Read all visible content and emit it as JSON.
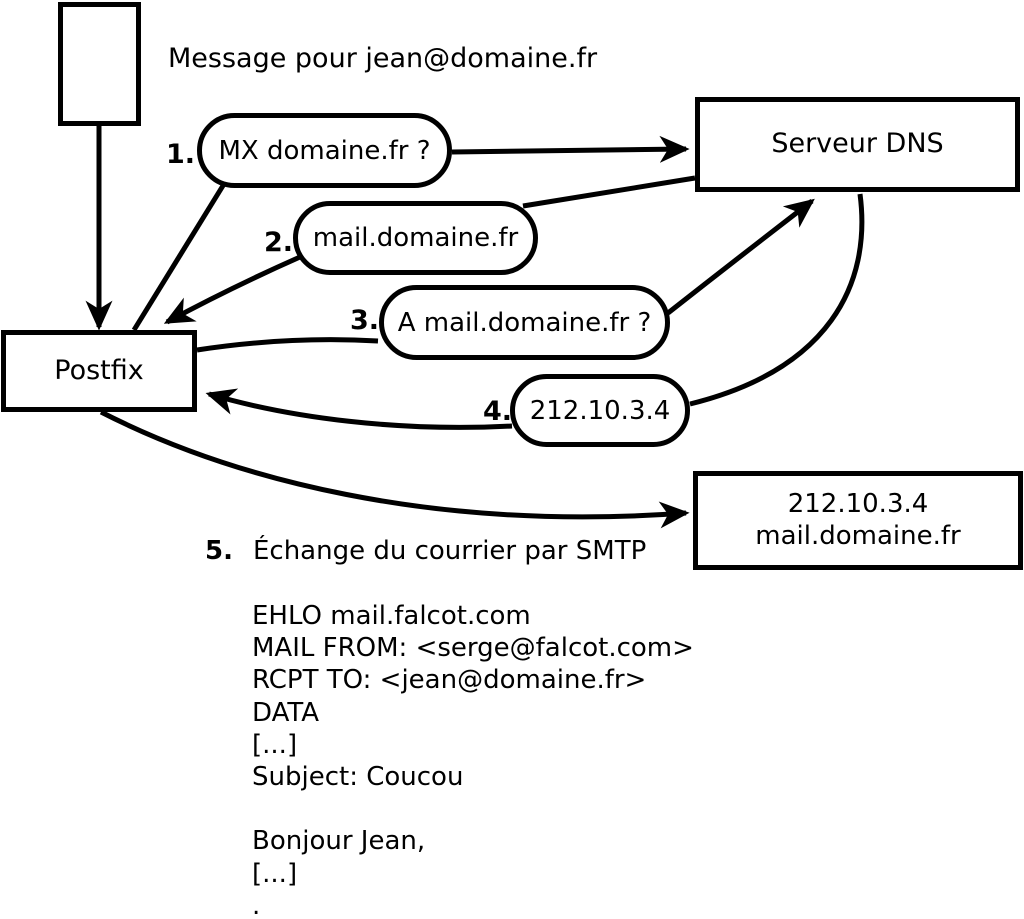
{
  "diagram": {
    "title": "Message pour jean@domaine.fr",
    "nodes": {
      "postfix": "Postfix",
      "dns": "Serveur DNS",
      "mailserver_line1": "212.10.3.4",
      "mailserver_line2": "mail.domaine.fr"
    },
    "steps": [
      {
        "num": "1.",
        "label": "MX domaine.fr ?"
      },
      {
        "num": "2.",
        "label": "mail.domaine.fr"
      },
      {
        "num": "3.",
        "label": "A mail.domaine.fr ?"
      },
      {
        "num": "4.",
        "label": "212.10.3.4"
      },
      {
        "num": "5.",
        "label": "Échange du courrier par SMTP"
      }
    ],
    "smtp_session": [
      "EHLO mail.falcot.com",
      "MAIL FROM: <serge@falcot.com>",
      "RCPT TO: <jean@domaine.fr>",
      "DATA",
      "[...]",
      "Subject: Coucou",
      "",
      "Bonjour Jean,",
      "[...]",
      "."
    ],
    "colors": {
      "ink": "#000000",
      "background": "#ffffff"
    }
  }
}
